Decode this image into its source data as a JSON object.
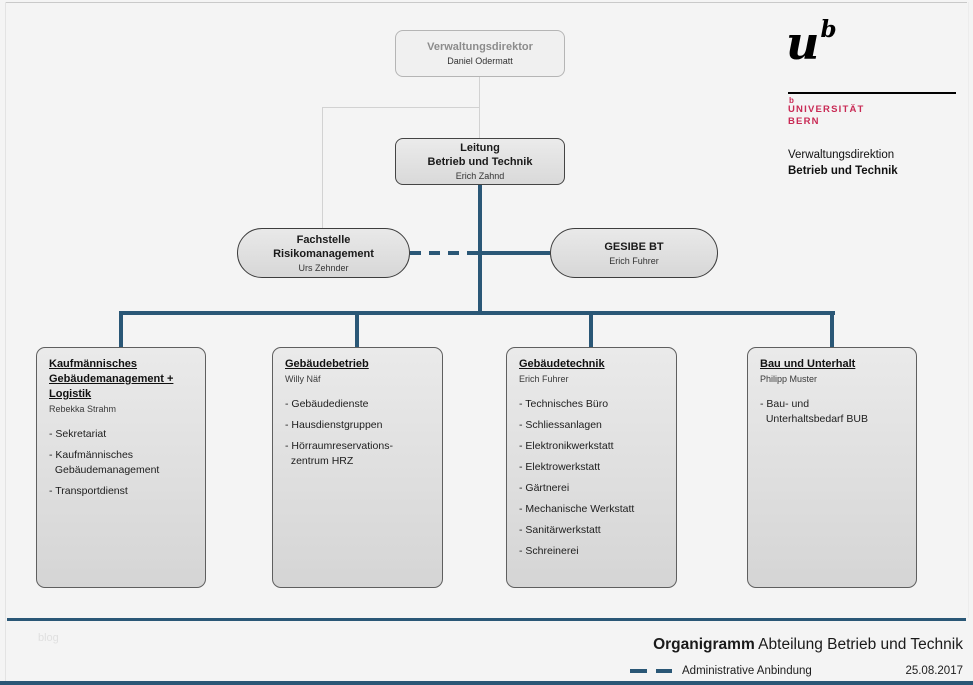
{
  "colors": {
    "accent_navy": "#2a5776",
    "uni_red": "#c92a55",
    "light_connector": "#d2d2d2"
  },
  "logo": {
    "mark_u": "u",
    "mark_b": "b",
    "small_b": "b",
    "uni_line1": "UNIVERSITÄT",
    "uni_line2": "BERN",
    "org_line1": "Verwaltungsdirektion",
    "org_line2": "Betrieb und Technik"
  },
  "chart": {
    "director": {
      "title": "Verwaltungsdirektor",
      "person": "Daniel Odermatt"
    },
    "leitung": {
      "title": "Leitung\nBetrieb und Technik",
      "person": "Erich Zahnd"
    },
    "fachstelle": {
      "title": "Fachstelle\nRisikomanagement",
      "person": "Urs Zehnder"
    },
    "gesibe": {
      "title": "GESIBE BT",
      "person": "Erich Fuhrer"
    },
    "departments": [
      {
        "title": "Kaufmännisches Gebäudemanagement + Logistik",
        "person": "Rebekka Strahm",
        "items": [
          "- Sekretariat",
          "- Kaufmännisches\n  Gebäudemanagement",
          "- Transportdienst"
        ]
      },
      {
        "title": "Gebäudebetrieb",
        "person": "Willy Näf",
        "items": [
          "- Gebäudedienste",
          "- Hausdienstgruppen",
          "- Hörraumreservations-\n  zentrum HRZ"
        ]
      },
      {
        "title": "Gebäudetechnik",
        "person": "Erich Fuhrer",
        "items": [
          "- Technisches Büro",
          "- Schliessanlagen",
          "- Elektronikwerkstatt",
          "- Elektrowerkstatt",
          "- Gärtnerei",
          "- Mechanische Werkstatt",
          "- Sanitärwerkstatt",
          "- Schreinerei"
        ]
      },
      {
        "title": "Bau und Unterhalt",
        "person": "Philipp Muster",
        "items": [
          "- Bau- und\n  Unterhaltsbedarf BUB"
        ]
      }
    ]
  },
  "footer": {
    "title_bold": "Organigramm",
    "title_rest": " Abteilung Betrieb und Technik",
    "legend_label": "Administrative Anbindung",
    "date": "25.08.2017",
    "watermark": "blog"
  }
}
